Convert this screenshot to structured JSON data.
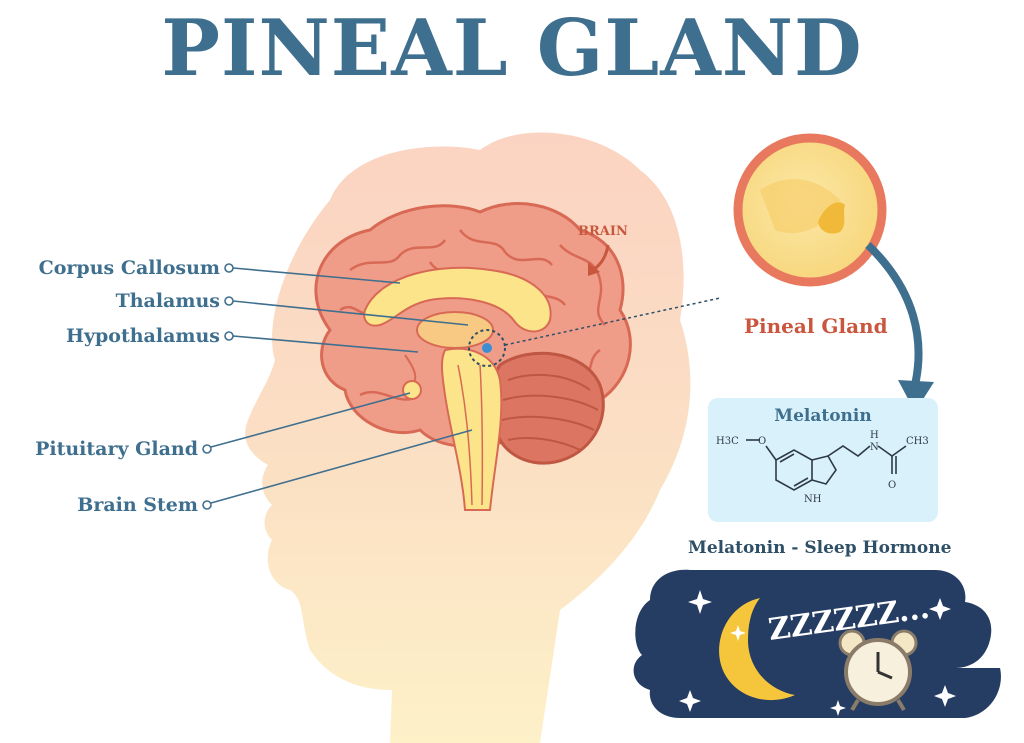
{
  "title": "PINEAL GLAND",
  "labels": {
    "corpus_callosum": "Corpus Callosum",
    "thalamus": "Thalamus",
    "hypothalamus": "Hypothalamus",
    "pituitary_gland": "Pituitary Gland",
    "brain_stem": "Brain Stem",
    "brain": "BRAIN",
    "pineal_gland": "Pineal Gland"
  },
  "melatonin": {
    "title": "Melatonin",
    "formula_labels": {
      "methyl": "H3C",
      "oxygen": "O",
      "nh": "NH",
      "amide_n": "N",
      "amide_h": "H",
      "methyl2": "CH3",
      "carbonyl_o": "O"
    }
  },
  "sleep": {
    "title": "Melatonin - Sleep Hormone",
    "zzz": "ZZZZZZ..."
  },
  "colors": {
    "title_blue": "#3f6f8e",
    "brain_pink": "#e9917f",
    "accent_red": "#c8573e",
    "head_peach": "#fbd9c6",
    "night_navy": "#253c63",
    "moon_yellow": "#f5c53c"
  }
}
